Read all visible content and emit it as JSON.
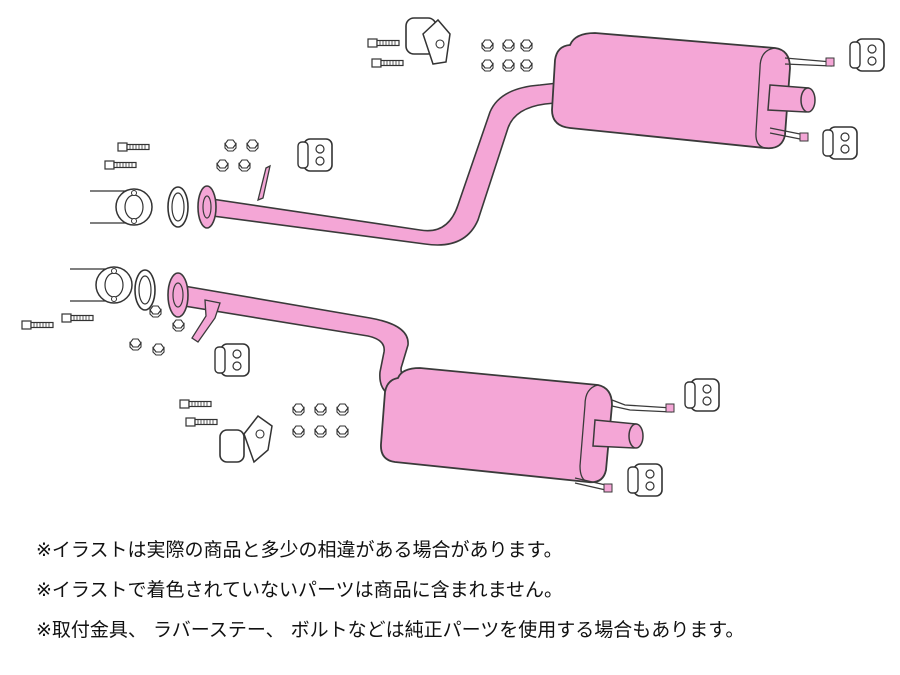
{
  "diagram": {
    "colors": {
      "part_fill": "#f4a6d6",
      "outline": "#3a3a3a",
      "hardware_fill": "#ffffff"
    },
    "assemblies": [
      {
        "name": "upper-exhaust-system",
        "parts": [
          "front-flange-pipe",
          "center-pipe",
          "rear-muffler",
          "tail-pipe",
          "hanger-rods"
        ]
      },
      {
        "name": "lower-exhaust-system",
        "parts": [
          "front-flange-pipe",
          "center-pipe",
          "rear-muffler",
          "tail-pipe",
          "hanger-rods"
        ]
      }
    ],
    "hardware": [
      "bolt",
      "nut",
      "gasket",
      "flange",
      "rubber-hanger",
      "bracket"
    ]
  },
  "notes": [
    "※イラストは実際の商品と多少の相違がある場合があります。",
    "※イラストで着色されていないパーツは商品に含まれません。",
    "※取付金具、 ラバーステー、 ボルトなどは純正パーツを使用する場合もあります。"
  ]
}
